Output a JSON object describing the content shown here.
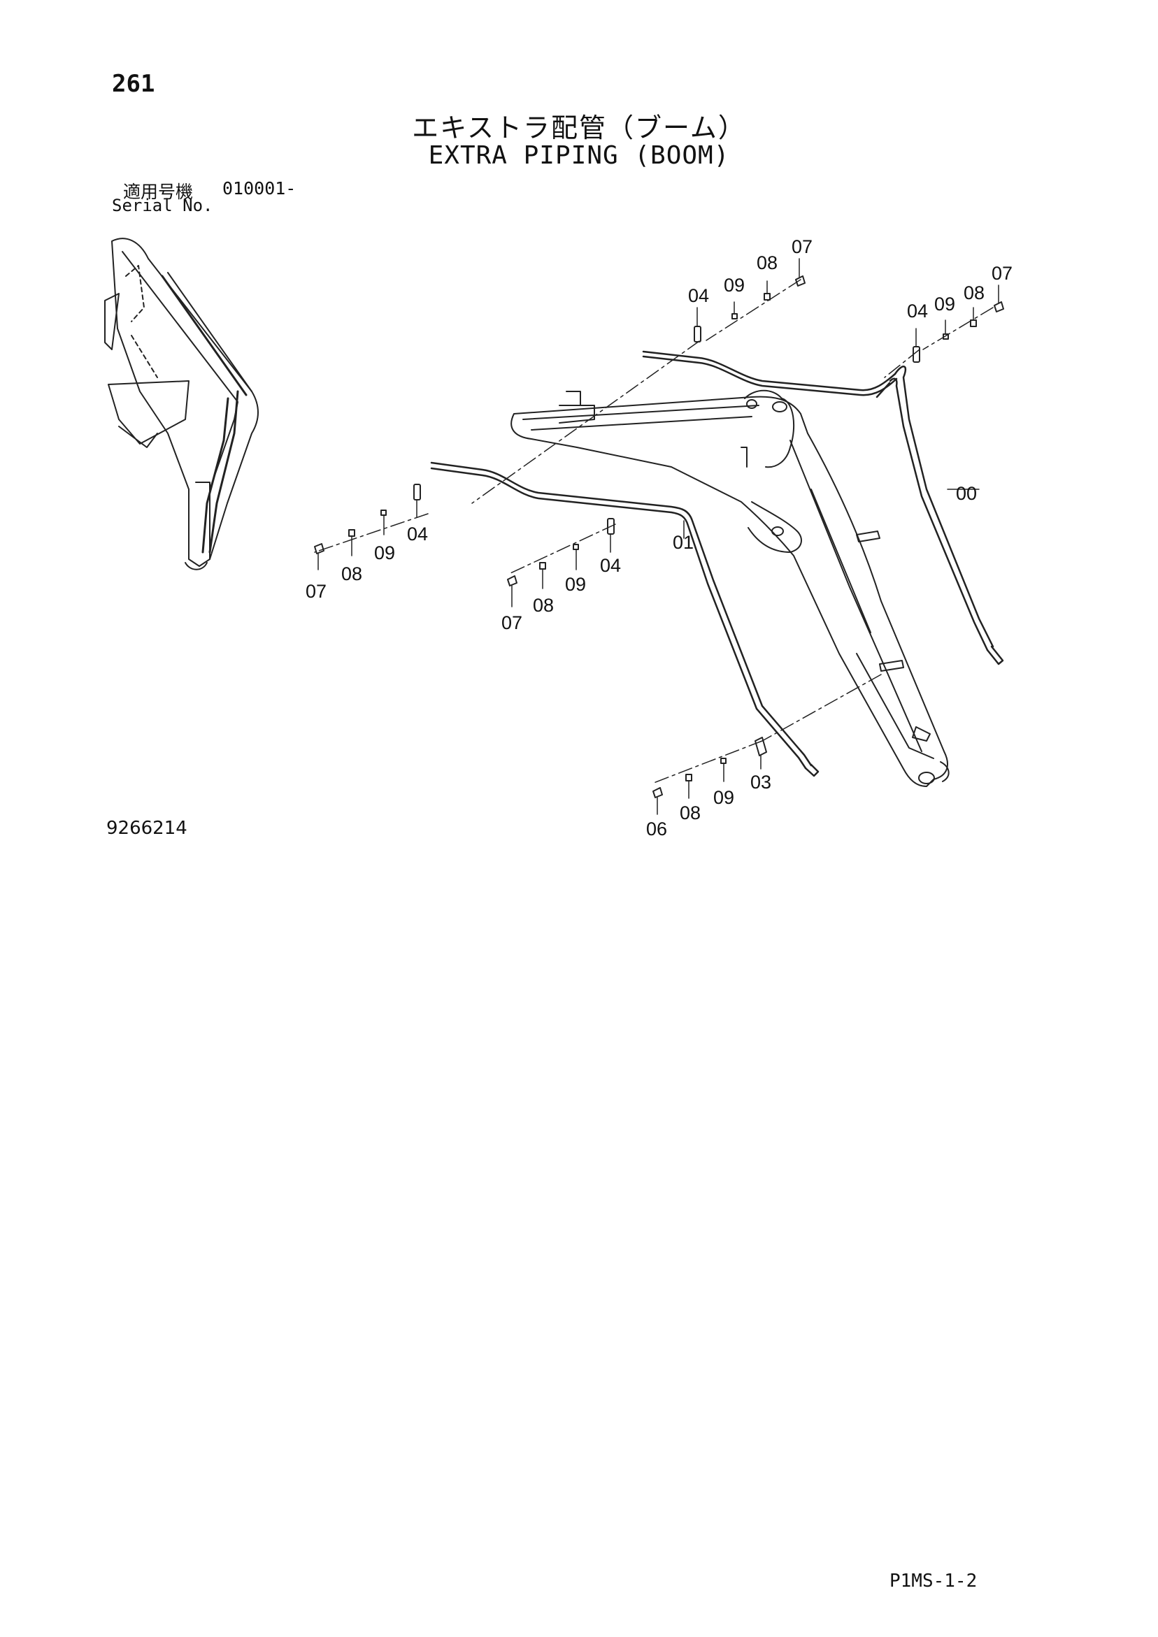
{
  "page_number": "261",
  "title_ja": "エキストラ配管（ブーム）",
  "title_en": "EXTRA PIPING (BOOM)",
  "serial": {
    "label_ja": "適用号機",
    "value": "010001-",
    "label_en": "Serial No."
  },
  "drawing_number": "9266214",
  "page_code": "P1MS-1-2",
  "part_labels": [
    {
      "id": "00",
      "text": "00"
    },
    {
      "id": "01",
      "text": "01"
    },
    {
      "id": "03",
      "text": "03"
    },
    {
      "id": "04a",
      "text": "04"
    },
    {
      "id": "04b",
      "text": "04"
    },
    {
      "id": "04c",
      "text": "04"
    },
    {
      "id": "04d",
      "text": "04"
    },
    {
      "id": "06",
      "text": "06"
    },
    {
      "id": "07a",
      "text": "07"
    },
    {
      "id": "07b",
      "text": "07"
    },
    {
      "id": "07c",
      "text": "07"
    },
    {
      "id": "07d",
      "text": "07"
    },
    {
      "id": "08a",
      "text": "08"
    },
    {
      "id": "08b",
      "text": "08"
    },
    {
      "id": "08c",
      "text": "08"
    },
    {
      "id": "08d",
      "text": "08"
    },
    {
      "id": "08e",
      "text": "08"
    },
    {
      "id": "09a",
      "text": "09"
    },
    {
      "id": "09b",
      "text": "09"
    },
    {
      "id": "09c",
      "text": "09"
    },
    {
      "id": "09d",
      "text": "09"
    },
    {
      "id": "09e",
      "text": "09"
    }
  ]
}
